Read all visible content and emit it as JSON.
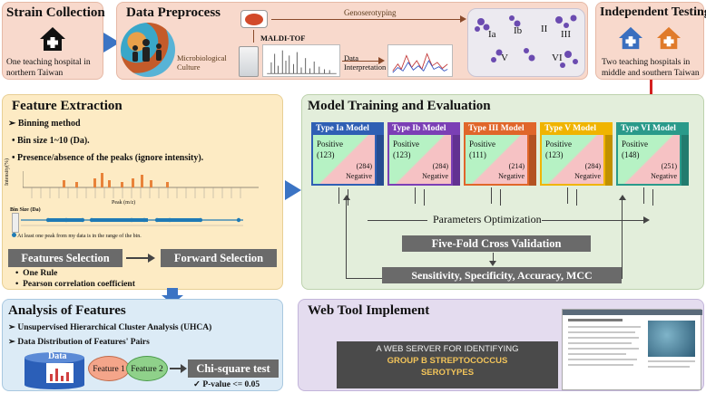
{
  "strain_collection": {
    "title": "Strain Collection",
    "desc": "One teaching hospital in northern Taiwan"
  },
  "data_preprocess": {
    "title": "Data Preprocess",
    "culture_label": "Microbiological Culture",
    "genoserotyping_label": "Genoserotyping",
    "maldi_label": "MALDI-TOF",
    "interp_label": "Data Interpretation",
    "serotypes": [
      "Ia",
      "Ib",
      "II",
      "III",
      "V",
      "VI"
    ]
  },
  "independent_testing": {
    "title": "Independent Testing",
    "desc": "Two teaching hospitals in middle and southern Taiwan"
  },
  "feature_extraction": {
    "title": "Feature Extraction",
    "bullet1": "Binning method",
    "bullet2": "Bin size 1~10 (Da).",
    "bullet3": "Presence/absence of the peaks (ignore intensity).",
    "bin_label": "Bin Size (Da)",
    "legend_note": "At least one peak from my data is in the range of the bin.",
    "peak_axis_label": "Peak (m/z)",
    "intensity_label": "Intensity(%)",
    "features_selection": "Features Selection",
    "forward_selection": "Forward Selection",
    "methods": [
      "One Rule",
      "Pearson correlation coefficient"
    ]
  },
  "model_training": {
    "title": "Model Training and Evaluation",
    "models": [
      {
        "name": "Type Ia Model",
        "positive": "Positive",
        "pos_n": "(123)",
        "neg_n": "(284)",
        "negative": "Negative",
        "color": "#2f5fb4"
      },
      {
        "name": "Type Ib Model",
        "positive": "Positive",
        "pos_n": "(123)",
        "neg_n": "(284)",
        "negative": "Negative",
        "color": "#7b3fb5"
      },
      {
        "name": "Type III Model",
        "positive": "Positive",
        "pos_n": "(111)",
        "neg_n": "(214)",
        "negative": "Negative",
        "color": "#e0662a"
      },
      {
        "name": "Type V Model",
        "positive": "Positive",
        "pos_n": "(123)",
        "neg_n": "(284)",
        "negative": "Negative",
        "color": "#f0b400"
      },
      {
        "name": "Type VI Model",
        "positive": "Positive",
        "pos_n": "(148)",
        "neg_n": "(251)",
        "negative": "Negative",
        "color": "#2a9a8a"
      }
    ],
    "params_opt": "Parameters Optimization",
    "cross_validation": "Five-Fold Cross Validation",
    "metrics": "Sensitivity, Specificity, Accuracy, MCC"
  },
  "analysis": {
    "title": "Analysis of Features",
    "bullet1": "Unsupervised Hierarchical Cluster Analysis (UHCA)",
    "bullet2": "Data Distribution of Features' Pairs",
    "data_label": "Data",
    "feature1": "Feature 1",
    "feature2": "Feature 2",
    "chi_square": "Chi-square test",
    "pvalue": "P-value <= 0.05"
  },
  "web_tool": {
    "title": "Web Tool Implement",
    "banner_line1": "A WEB SERVER FOR IDENTIFYING",
    "banner_line2": "GROUP B STREPTOCOCCUS",
    "banner_line3": "SEROTYPES"
  },
  "colors": {
    "pink_panel": "#f8d9cc",
    "yellow_panel": "#fdebc4",
    "green_panel": "#e3eedb",
    "blue_panel": "#dcebf6",
    "purple_panel": "#e4dcef",
    "arrow_blue": "#3b74c4",
    "arrow_red": "#d42020"
  }
}
